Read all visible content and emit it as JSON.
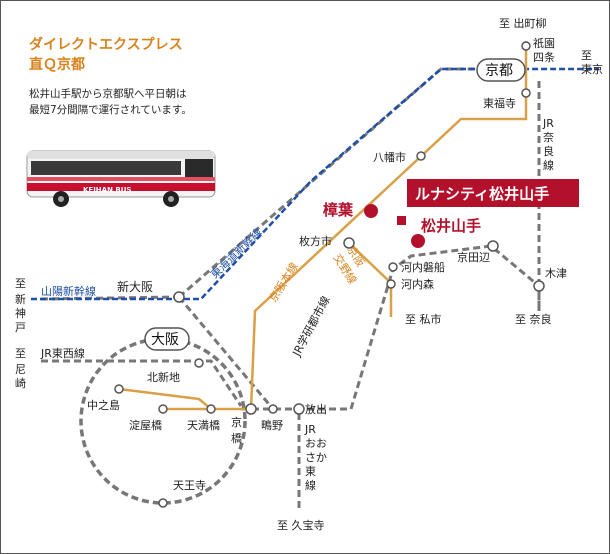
{
  "colors": {
    "jr_line": "#777777",
    "keihan_line": "#d9a04a",
    "shinkansen": "#1f4fa8",
    "highlight": "#b3102b",
    "title": "#d9821b"
  },
  "header": {
    "title_line1": "ダイレクトエクスプレス",
    "title_line2": "直Ｑ京都",
    "desc_line1": "松井山手駅から京都駅へ平日朝は",
    "desc_line2": "最短7分間隔で運行されています。"
  },
  "bus": {
    "icon": "bus-icon",
    "logo": "KEIHAN BUS"
  },
  "lines": {
    "tokaido": "東海道新幹線",
    "sanyo": "山陽新幹線",
    "jr_tozai": "JR東西線",
    "keihan_honsen": "京阪本線",
    "katano_1": "京阪",
    "katano_2": "交野線",
    "gakken": "JR学研都市線",
    "nara_1": "JR",
    "nara_2": "奈",
    "nara_3": "良",
    "nara_4": "線",
    "osaka_higashi_1": "JR",
    "osaka_higashi_2": "おお",
    "osaka_higashi_3": "さか",
    "osaka_higashi_4": "東",
    "osaka_higashi_5": "線"
  },
  "stations": {
    "kyoto": "京都",
    "osaka": "大阪",
    "shin_osaka": "新大阪",
    "tofukuji": "東福寺",
    "gion_1": "祇園",
    "gion_2": "四条",
    "yawatashi": "八幡市",
    "kuzuha": "樟葉",
    "matsuiyamate": "松井山手",
    "hirakatashi": "枚方市",
    "kawachi_iwafune": "河内磐船",
    "kawachi_mori": "河内森",
    "kyotanabe": "京田辺",
    "kizu": "木津",
    "kitashinchi": "北新地",
    "nakanoshima": "中之島",
    "yodoyabashi": "淀屋橋",
    "temmabashi": "天満橋",
    "kyobashi_1": "京",
    "kyobashi_2": "橋",
    "shigino": "鴫野",
    "hanaten": "放出",
    "tennoji": "天王寺"
  },
  "destinations": {
    "demachiyanagi": "至 出町柳",
    "tokyo_1": "至",
    "tokyo_2": "東京",
    "nara": "至 奈良",
    "kisaichi": "至 私市",
    "kyuhoji": "至 久宝寺",
    "shinkobe_1": "至",
    "shinkobe_2": "新",
    "shinkobe_3": "神",
    "shinkobe_4": "戸",
    "amagasaki_1": "至",
    "amagasaki_2": "尼",
    "amagasaki_3": "崎"
  },
  "banner": {
    "text": "ルナシティ松井山手"
  }
}
